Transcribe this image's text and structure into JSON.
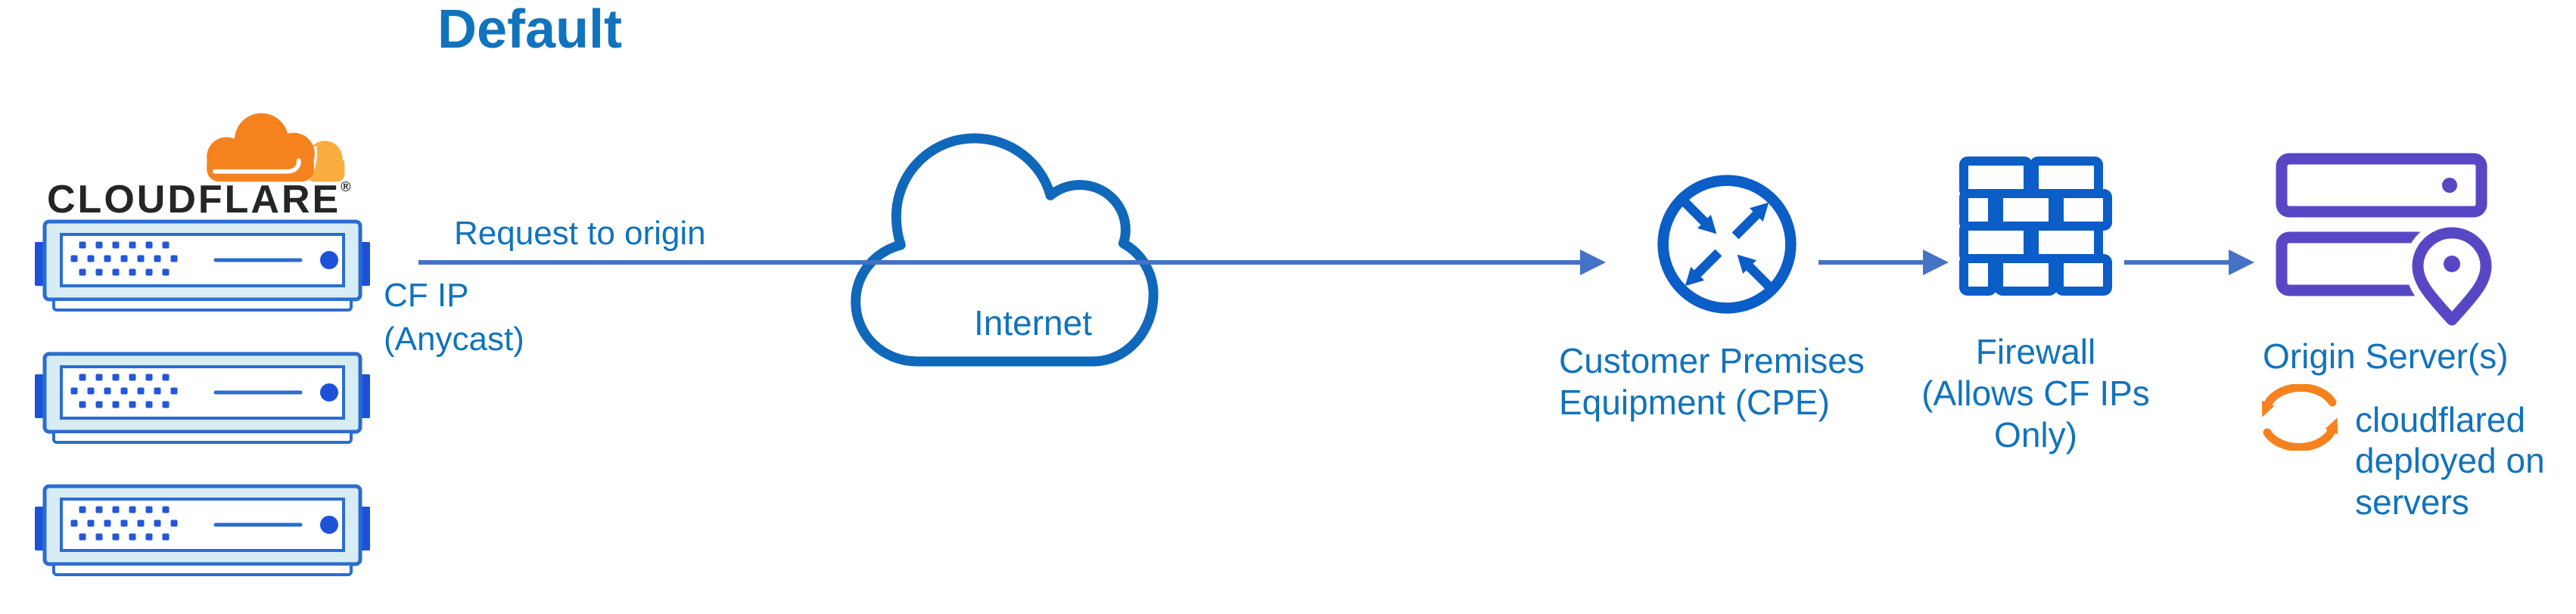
{
  "title": "Default",
  "logo": {
    "wordmark": "CLOUDFLARE",
    "registered": "®"
  },
  "labels": {
    "request": "Request to origin",
    "cf_ip": "CF IP",
    "cf_ip_sub": "(Anycast)",
    "internet": "Internet",
    "cpe_line1": "Customer Premises",
    "cpe_line2": "Equipment (CPE)",
    "firewall_line1": "Firewall",
    "firewall_line2": "(Allows CF IPs Only)",
    "origin": "Origin Server(s)",
    "cloudflared_note": "cloudflared deployed on servers"
  },
  "icons": {
    "logo": "cloudflare-cloud-logo-icon",
    "edge_server": "edge-server-icon",
    "internet": "internet-cloud-icon",
    "cpe": "router-arrows-icon",
    "firewall": "brick-wall-icon",
    "origin": "origin-servers-pin-icon",
    "cloudflared": "sync-refresh-icon"
  },
  "colors": {
    "text-blue": "#1173BD",
    "line-blue": "#4472C4",
    "icon-blue": "#0B5DC7",
    "cloud-blue": "#1068BA",
    "server-border": "#2B6DD0",
    "server-fill": "#D8ECF4",
    "server-accent": "#1D52D8",
    "server-dot": "#2457D8",
    "purple": "#5847C5",
    "orange": "#F6821F",
    "orange-light": "#FBAD41",
    "wordmark": "#232527"
  }
}
